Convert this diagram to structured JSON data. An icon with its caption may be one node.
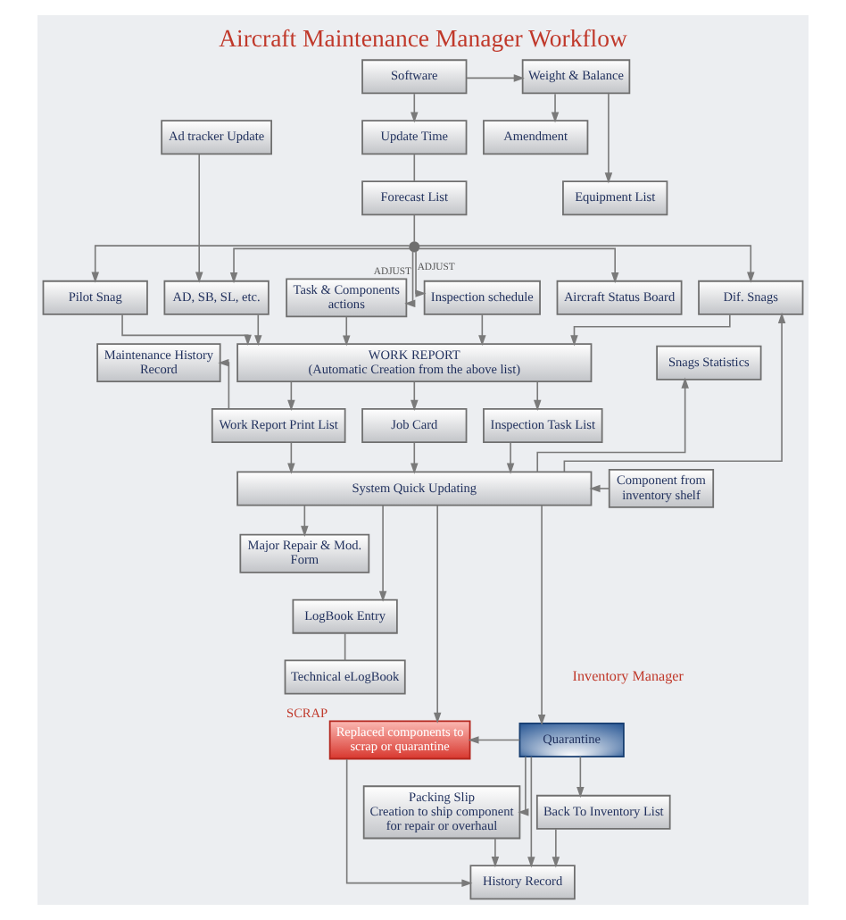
{
  "diagram": {
    "title": "Aircraft Maintenance Manager Workflow",
    "nodes": [
      {
        "text": [
          "Software"
        ]
      },
      {
        "text": [
          "Weight & Balance"
        ]
      },
      {
        "text": [
          "Amendment"
        ]
      },
      {
        "text": [
          "Equipment List"
        ]
      },
      {
        "text": [
          "Ad tracker Update"
        ]
      },
      {
        "text": [
          "Update Time"
        ]
      },
      {
        "text": [
          "Forecast List"
        ]
      },
      {
        "text": [],
        "shape": "circle"
      },
      {
        "text": [
          "Pilot Snag"
        ]
      },
      {
        "text": [
          "AD, SB, SL, etc."
        ]
      },
      {
        "text": [
          "Task & Components actions"
        ]
      },
      {
        "text": [
          "Inspection schedule"
        ]
      },
      {
        "text": [
          "Aircraft Status Board"
        ]
      },
      {
        "text": [
          "Dif. Snags"
        ]
      },
      {
        "text": [
          "Maintenance History Record"
        ]
      },
      {
        "text": [
          "WORK REPORT",
          "(Automatic Creation from the above list)"
        ]
      },
      {
        "text": [
          "Snags Statistics"
        ]
      },
      {
        "text": [
          "Work Report Print List"
        ]
      },
      {
        "text": [
          "Job Card"
        ]
      },
      {
        "text": [
          "Inspection Task List"
        ]
      },
      {
        "text": [
          "Major Repair & Mod. Form"
        ]
      },
      {
        "text": [
          "System Quick Updating"
        ]
      },
      {
        "text": [
          "Component from inventory shelf"
        ]
      },
      {
        "text": [
          "LogBook Entry"
        ]
      },
      {
        "text": [
          "Technical eLogBook"
        ]
      },
      {
        "text": [
          "Replaced components to scrap or quarantine"
        ],
        "beside": [
          "SCRAP"
        ]
      },
      {
        "text": [
          "Quarantine"
        ]
      },
      {
        "text": [
          "Packing Slip",
          "Creation to ship component for repair or overhaul"
        ]
      },
      {
        "text": [
          "Back To Inventory List"
        ]
      },
      {
        "text": [
          "History Record"
        ]
      }
    ],
    "edges": [
      {
        "from": 0,
        "to": 5,
        "arrow": "to"
      },
      {
        "from": 0,
        "to": 1,
        "arrow": "to"
      },
      {
        "from": 1,
        "to": 2,
        "arrow": "to"
      },
      {
        "from": 1,
        "to": 3,
        "arrow": "to"
      },
      {
        "from": 5,
        "to": 6,
        "arrow": "none"
      },
      {
        "from": 6,
        "to": 7,
        "arrow": "none"
      },
      {
        "from": 4,
        "to": 9,
        "arrow": "to"
      },
      {
        "from": 7,
        "to": 8,
        "arrow": "to"
      },
      {
        "from": 7,
        "to": 9,
        "arrow": "to"
      },
      {
        "from": 7,
        "to": 10,
        "arrow": "to",
        "label": "ADJUST"
      },
      {
        "from": 7,
        "to": 11,
        "arrow": "to",
        "label": "ADJUST"
      },
      {
        "from": 7,
        "to": 12,
        "arrow": "to"
      },
      {
        "from": 7,
        "to": 13,
        "arrow": "to"
      },
      {
        "from": 8,
        "to": 15,
        "arrow": "to"
      },
      {
        "from": 9,
        "to": 15,
        "arrow": "to"
      },
      {
        "from": 10,
        "to": 15,
        "arrow": "to"
      },
      {
        "from": 11,
        "to": 15,
        "arrow": "to"
      },
      {
        "from": 13,
        "to": 15,
        "arrow": "to"
      },
      {
        "from": 15,
        "to": 17,
        "arrow": "to"
      },
      {
        "from": 15,
        "to": 18,
        "arrow": "to"
      },
      {
        "from": 15,
        "to": 19,
        "arrow": "to"
      },
      {
        "from": 17,
        "to": 14,
        "arrow": "to"
      },
      {
        "from": 17,
        "to": 21,
        "arrow": "to"
      },
      {
        "from": 18,
        "to": 21,
        "arrow": "to"
      },
      {
        "from": 19,
        "to": 21,
        "arrow": "to"
      },
      {
        "from": 22,
        "to": 21,
        "arrow": "to"
      },
      {
        "from": 21,
        "to": 20,
        "arrow": "to"
      },
      {
        "from": 21,
        "to": 23,
        "arrow": "to"
      },
      {
        "from": 23,
        "to": 24,
        "arrow": "none"
      },
      {
        "from": 21,
        "to": 13,
        "arrow": "to"
      },
      {
        "from": 21,
        "to": 16,
        "arrow": "to"
      },
      {
        "from": 21,
        "to": 25,
        "arrow": "to"
      },
      {
        "from": 21,
        "to": 26,
        "arrow": "to"
      },
      {
        "from": 26,
        "to": 25,
        "arrow": "to"
      },
      {
        "from": 26,
        "to": 27,
        "arrow": "to"
      },
      {
        "from": 26,
        "to": 28,
        "arrow": "to"
      },
      {
        "from": 25,
        "to": 29,
        "arrow": "to"
      },
      {
        "from": 27,
        "to": 29,
        "arrow": "to"
      },
      {
        "from": 28,
        "to": 29,
        "arrow": "to"
      },
      {
        "from": 26,
        "to": 29,
        "arrow": "to"
      }
    ],
    "labels": [
      "Inventory Manager"
    ]
  }
}
